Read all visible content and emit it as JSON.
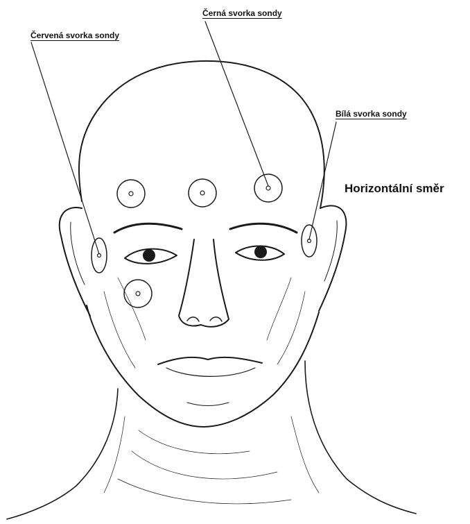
{
  "labels": {
    "red_clamp": "Červená svorka sondy",
    "black_clamp": "Černá svorka sondy",
    "white_clamp": "Bílá svorka sondy",
    "direction": "Horizontální směr"
  },
  "colors": {
    "ink": "#1a1a1a",
    "background": "#ffffff"
  }
}
